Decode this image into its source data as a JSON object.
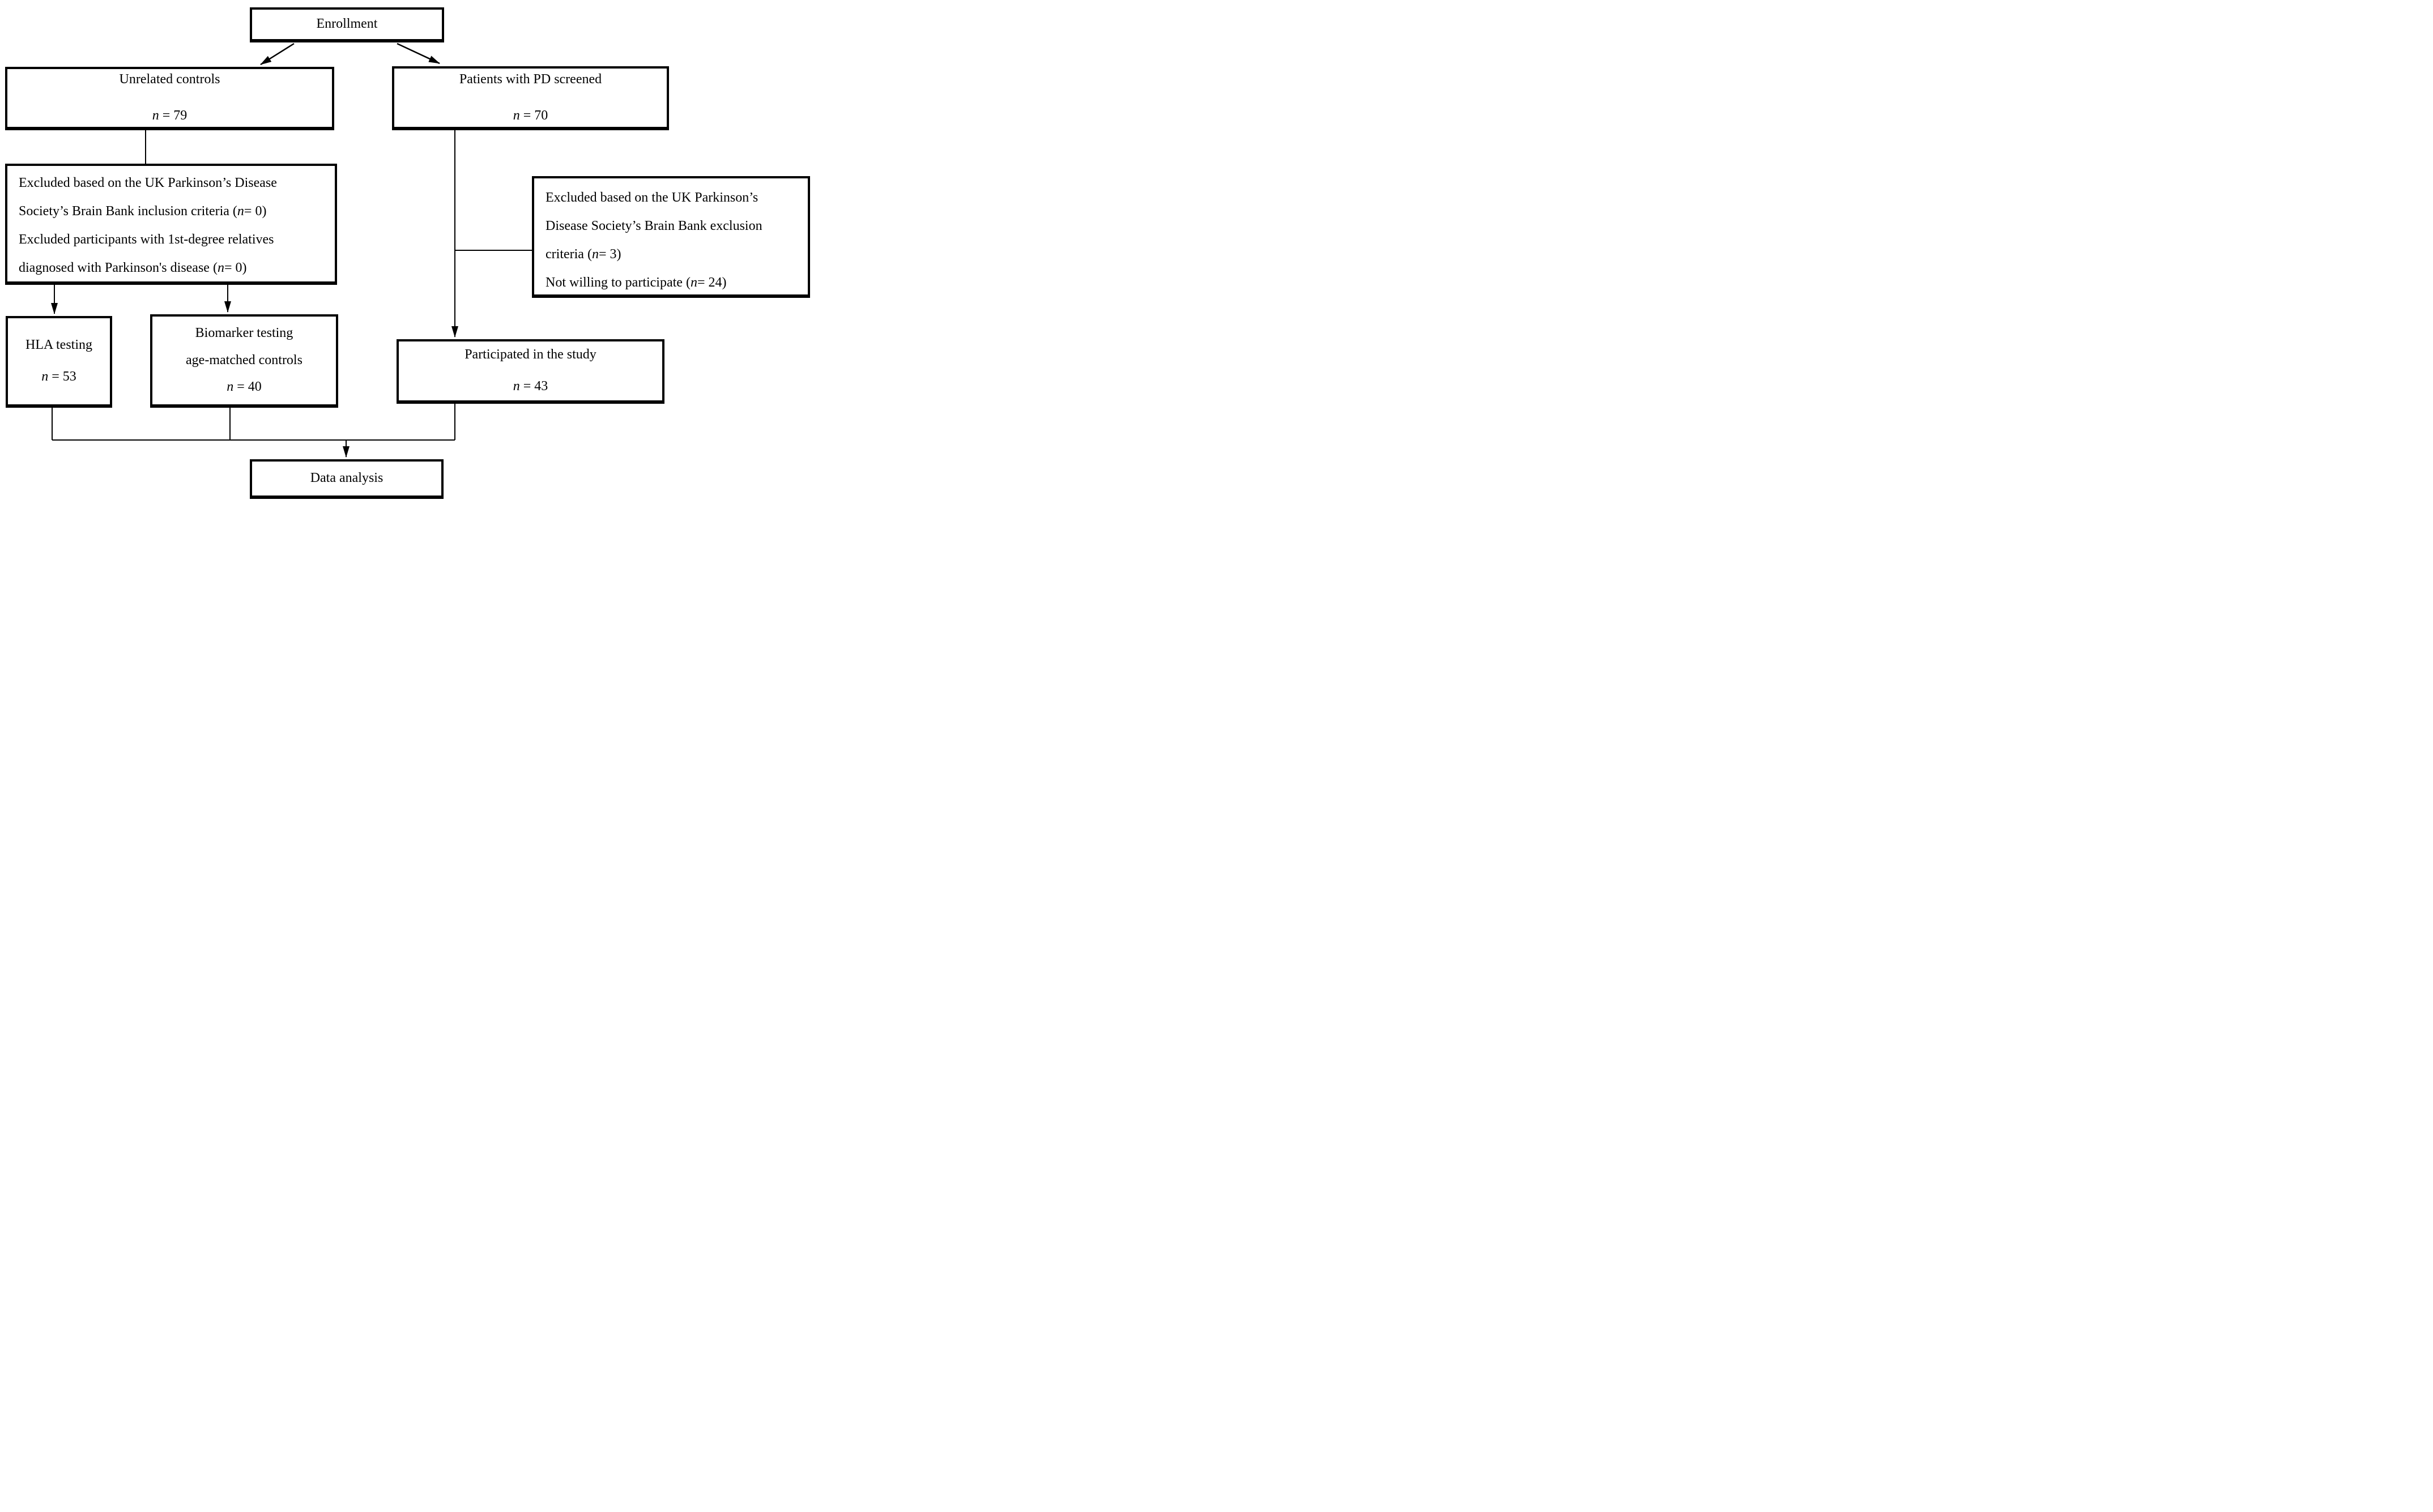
{
  "colors": {
    "background": "#ffffff",
    "box_border": "#000000",
    "line_color": "#000000",
    "text_color": "#000000"
  },
  "diagram": {
    "enrollment": {
      "label": "Enrollment"
    },
    "unrelated_controls": {
      "title": "Unrelated controls",
      "count_n": "n",
      "count_rest": " = 79"
    },
    "patients_screened": {
      "title": "Patients with PD screened",
      "count_n": "n",
      "count_rest": " = 70"
    },
    "controls_exclusion": {
      "lines": [
        {
          "pre": "Excluded based on the UK Parkinson’s Disease"
        },
        {
          "pre": "Society’s Brain Bank inclusion criteria (",
          "n": "n",
          "post": " = 0)"
        },
        {
          "pre": "Excluded participants with 1st-degree relatives"
        },
        {
          "pre": "diagnosed with Parkinson's disease (",
          "n": "n",
          "post": " = 0)"
        }
      ]
    },
    "patients_exclusion": {
      "lines": [
        {
          "pre": "Excluded based on the UK Parkinson’s"
        },
        {
          "pre": "Disease Society’s Brain Bank exclusion"
        },
        {
          "pre": "criteria (",
          "n": "n",
          "post": " = 3)"
        },
        {
          "pre": "Not willing to participate (",
          "n": "n",
          "post": " = 24)"
        }
      ]
    },
    "hla_testing": {
      "title": "HLA testing",
      "count_n": "n",
      "count_rest": " = 53"
    },
    "biomarker_testing": {
      "title": "Biomarker testing",
      "subtitle": "age-matched controls",
      "count_n": "n",
      "count_rest": " = 40"
    },
    "participated": {
      "title": "Participated in the study",
      "count_n": "n",
      "count_rest": " = 43"
    },
    "data_analysis": {
      "label": "Data analysis"
    }
  }
}
